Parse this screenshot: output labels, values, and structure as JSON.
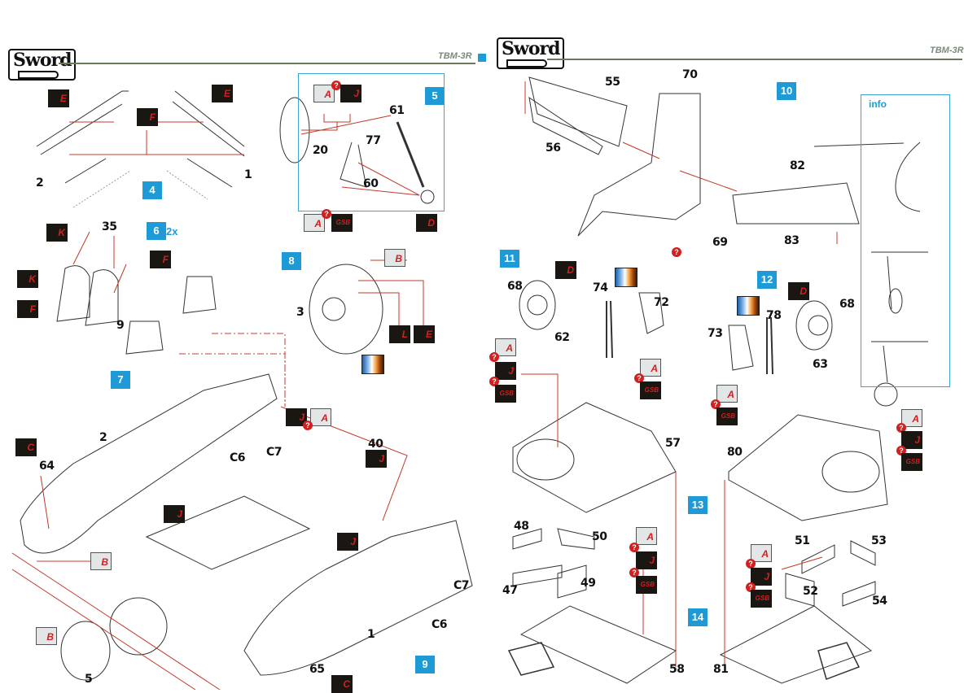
{
  "header": {
    "left": {
      "brand": "Sword",
      "model": "TBM-3R"
    },
    "right": {
      "brand": "Sword",
      "model": "TBM-3R"
    }
  },
  "colors": {
    "step_badge": "#1e9ad6",
    "callout_line": "#c0392b",
    "paint_dark": "#1a1612",
    "paint_light": "#e2e6e6",
    "paint_letter": "#d21f1f"
  },
  "steps": [
    {
      "number": "4"
    },
    {
      "number": "5"
    },
    {
      "number": "6",
      "quantity": "2x"
    },
    {
      "number": "7"
    },
    {
      "number": "8"
    },
    {
      "number": "9"
    },
    {
      "number": "10"
    },
    {
      "number": "11"
    },
    {
      "number": "12"
    },
    {
      "number": "13"
    },
    {
      "number": "14"
    }
  ],
  "info_label": "info",
  "parts": {
    "p1a": "1",
    "p2a": "2",
    "p20": "20",
    "p61": "61",
    "p77": "77",
    "p60": "60",
    "p35": "35",
    "p9": "9",
    "p3": "3",
    "p2b": "2",
    "p64": "64",
    "p40": "40",
    "pC6a": "C6",
    "pC7a": "C7",
    "pC7b": "C7",
    "pC6b": "C6",
    "p1b": "1",
    "p5": "5",
    "p65": "65",
    "p55": "55",
    "p56": "56",
    "p70": "70",
    "p82": "82",
    "p83": "83",
    "p69": "69",
    "p68a": "68",
    "p74": "74",
    "p72": "72",
    "p62": "62",
    "p78": "78",
    "p68b": "68",
    "p73": "73",
    "p63": "63",
    "p57": "57",
    "p80": "80",
    "p48": "48",
    "p50": "50",
    "p47": "47",
    "p49": "49",
    "p58": "58",
    "p51": "51",
    "p53": "53",
    "p52": "52",
    "p54": "54",
    "p81": "81"
  },
  "paint_codes": {
    "s4_e1": "E",
    "s4_f": "F",
    "s4_e2": "E",
    "s5_a1": "A",
    "s5_j": "J",
    "s5_a2": "A",
    "s5_gsb": "GSB",
    "s5_d": "D",
    "s6_k1": "K",
    "s6_f1": "F",
    "s6_k2": "K",
    "s6_f2": "F",
    "s8_b": "B",
    "s8_l": "L",
    "s8_e": "E",
    "s7_j1": "J",
    "s7_a": "A",
    "s7_j2": "J",
    "s9_c1": "C",
    "s9_j1": "J",
    "s9_b1": "B",
    "s9_j2": "J",
    "s9_b2": "B",
    "s9_c2": "C",
    "s11_d": "D",
    "s11_a1": "A",
    "s11_j": "J",
    "s11_gsb1": "GSB",
    "s11_a2": "A",
    "s11_gsb2": "GSB",
    "s12_d": "D",
    "s12_a": "A",
    "s12_gsb": "GSB",
    "s13r_a": "A",
    "s13r_j": "J",
    "s13r_gsb": "GSB",
    "s13_a": "A",
    "s13_j": "J",
    "s13_gsb": "GSB",
    "s14_a": "A",
    "s14_j": "J",
    "s14_gsb": "GSB"
  },
  "optional_marker": "?"
}
